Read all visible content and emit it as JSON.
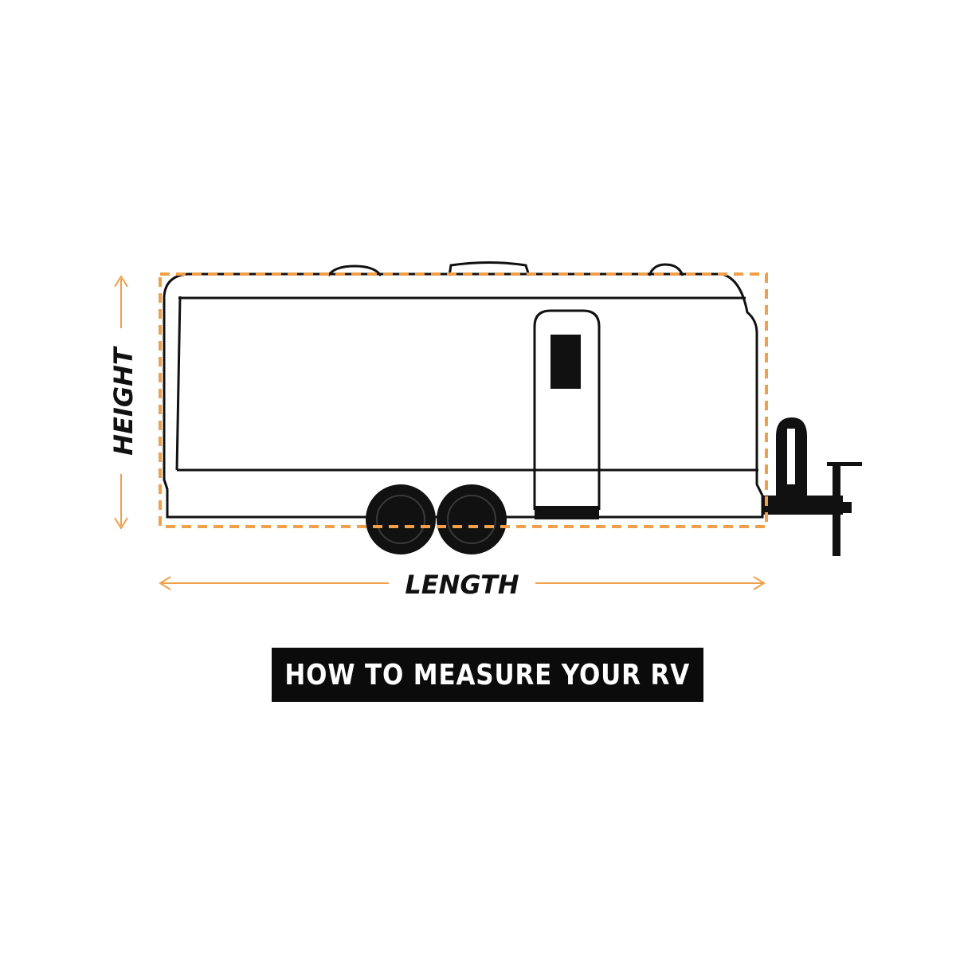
{
  "diagram": {
    "height_label": "HEIGHT",
    "length_label": "LENGTH",
    "accent_color": "#f0a04b",
    "outline_color": "#111111"
  },
  "banner": {
    "text": "HOW TO MEASURE YOUR RV"
  }
}
